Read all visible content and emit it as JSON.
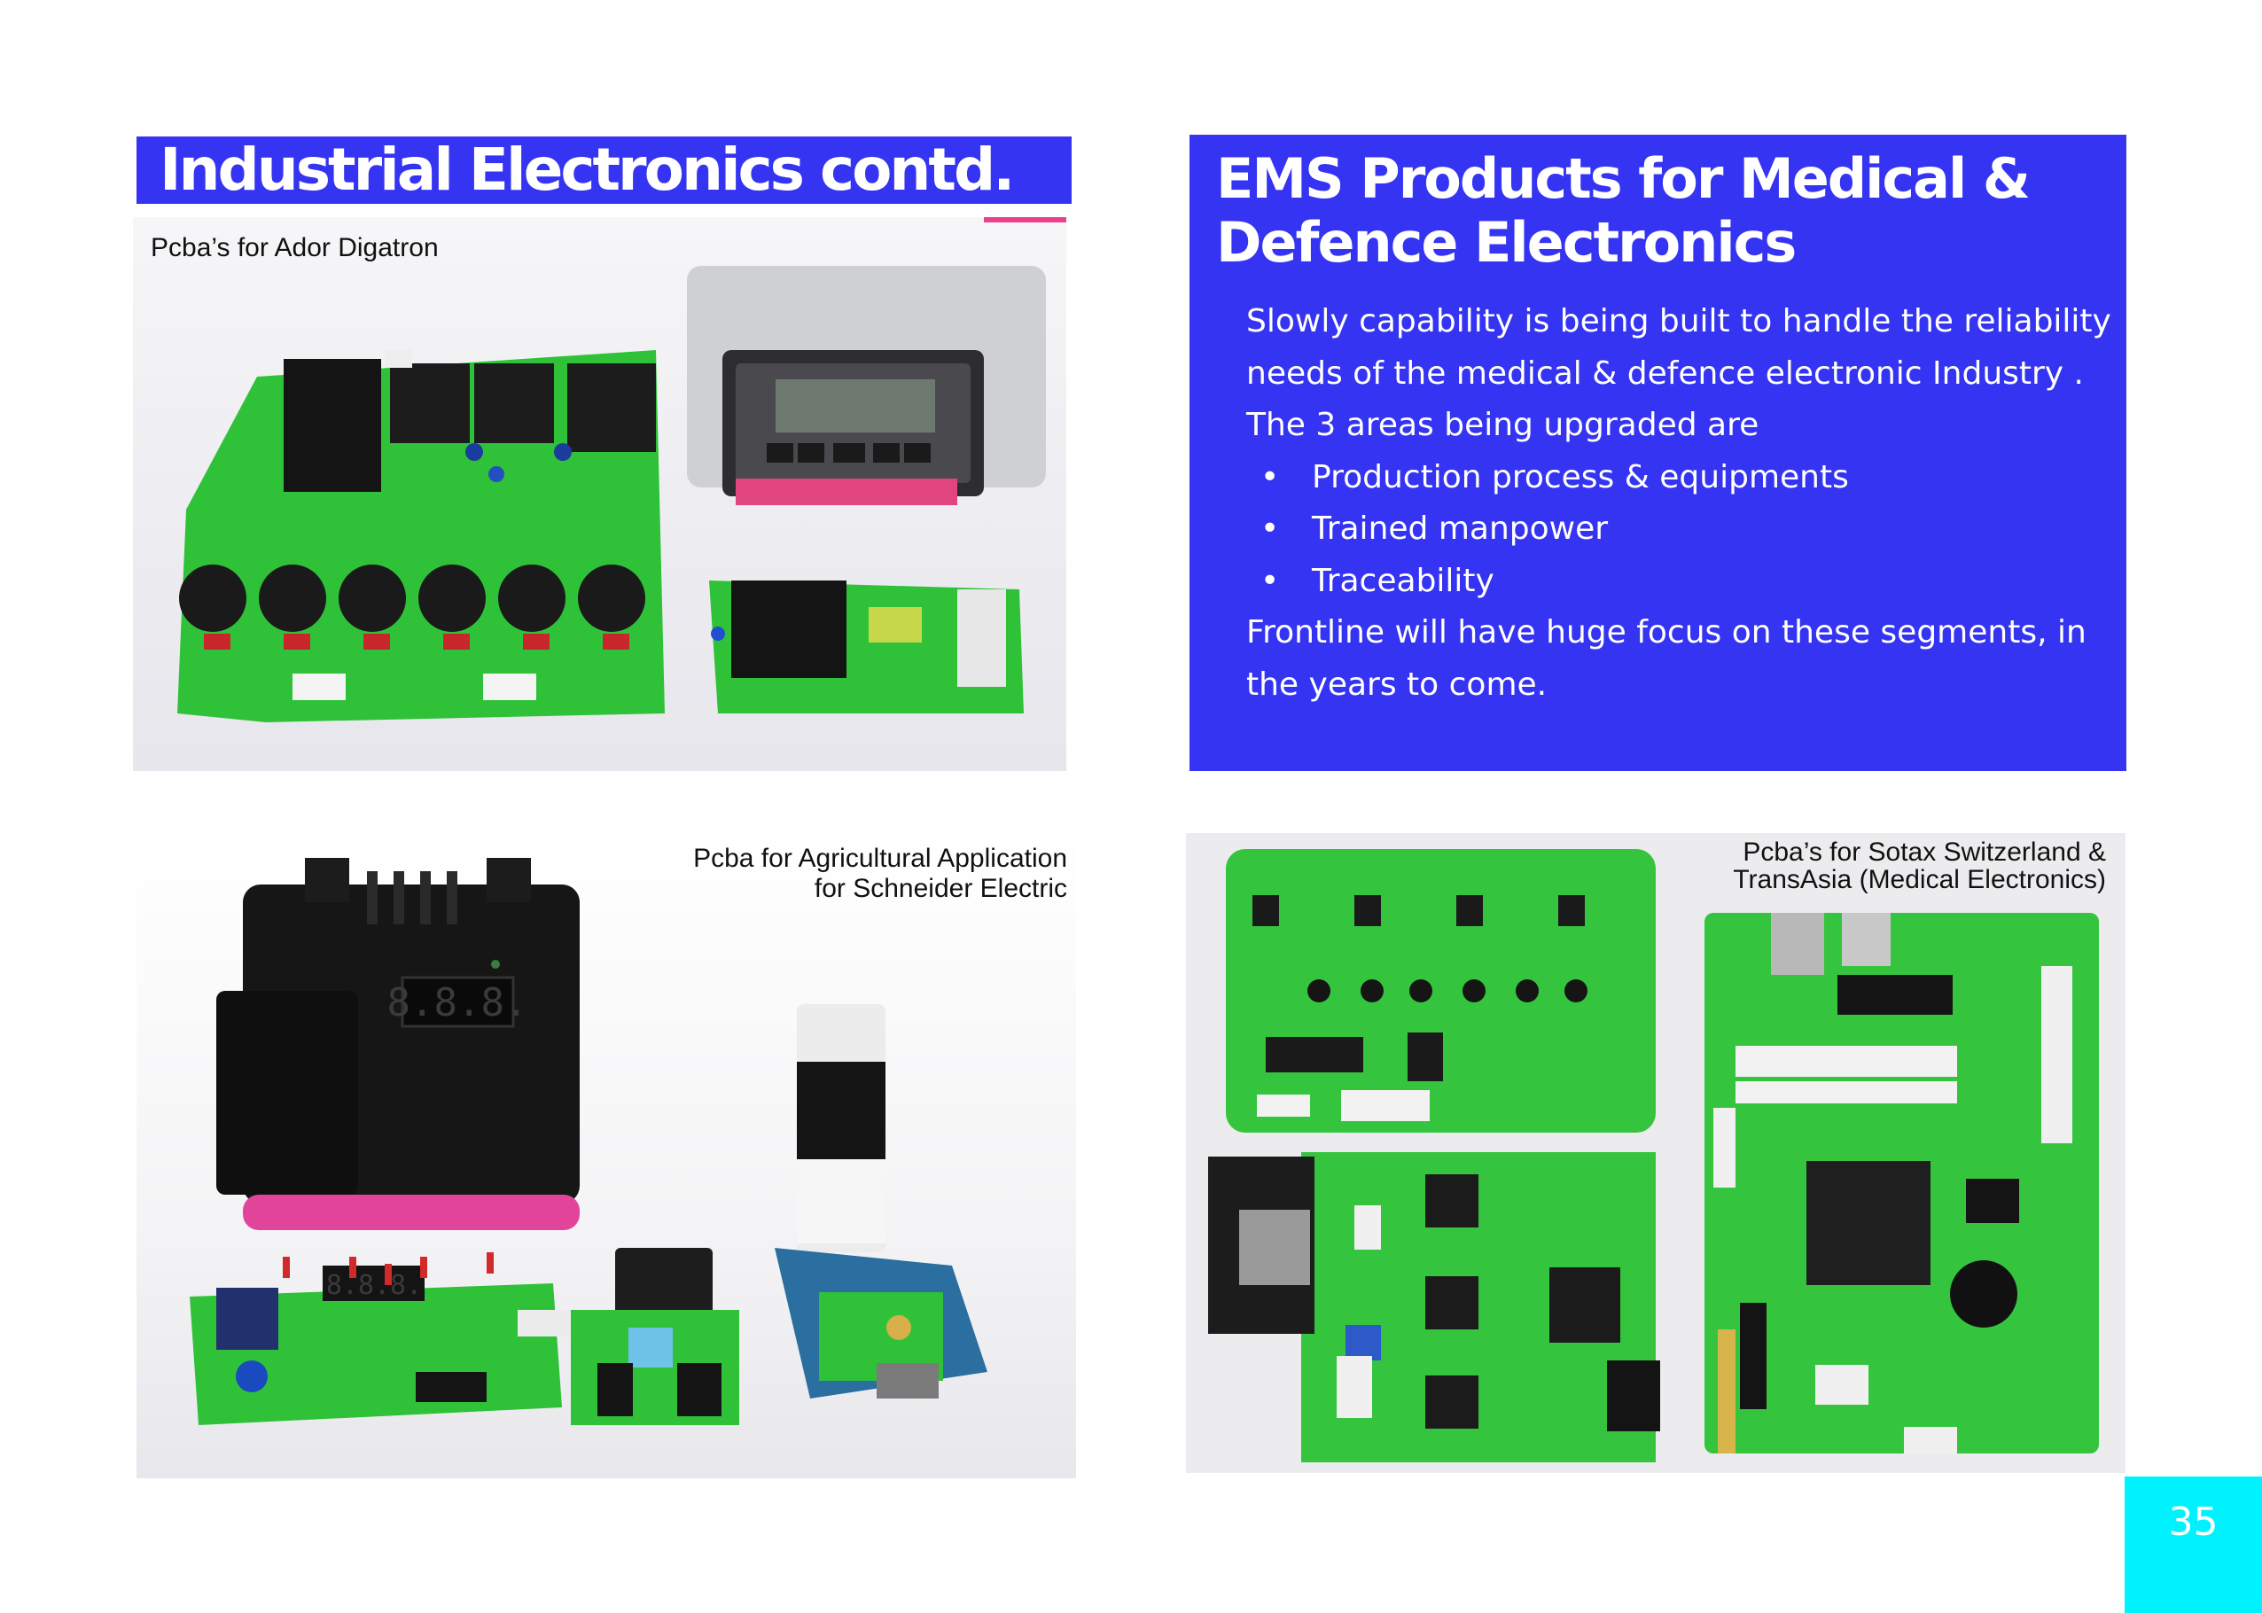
{
  "left_panel": {
    "title": "Industrial  Electronics contd.",
    "photo1_caption": "Pcba’s for Ador Digatron",
    "photo2_caption_line1": "Pcba for Agricultural Application",
    "photo2_caption_line2": "for Schneider Electric"
  },
  "right_panel": {
    "title_line1": "EMS Products for Medical &",
    "title_line2": "Defence Electronics",
    "intro_lines": [
      "Slowly capability is being built to handle the reliability",
      "needs of the medical & defence electronic Industry .",
      "The 3 areas being upgraded are"
    ],
    "bullets": [
      "Production process & equipments",
      "Trained manpower",
      "Traceability"
    ],
    "outro_lines": [
      "Frontline will have huge focus on these segments, in",
      "the years to come."
    ],
    "photo3_caption_line1": "Pcba’s for Sotax Switzerland &",
    "photo3_caption_line2": "TransAsia (Medical Electronics)"
  },
  "display_digits": {
    "meter_display": "8.8.8.",
    "board_display": "8.8.8."
  },
  "page_number": "35",
  "colors": {
    "title_blue": "#3434f2",
    "page_number_cyan": "#00f2ff",
    "pcb_green": "#2fc238"
  }
}
